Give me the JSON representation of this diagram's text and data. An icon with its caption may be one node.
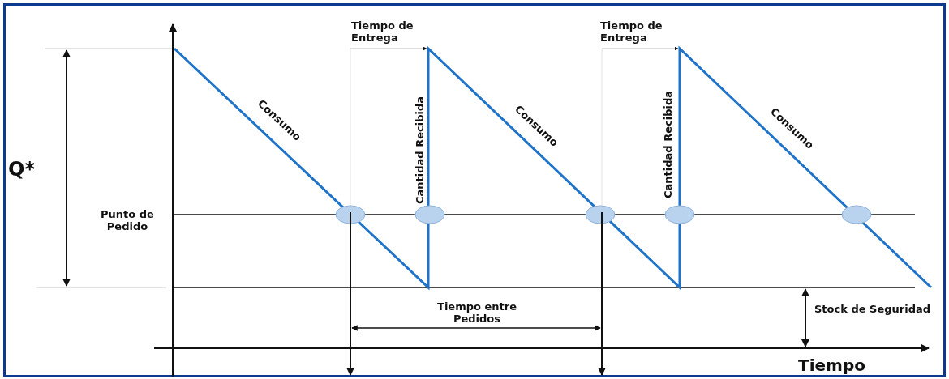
{
  "diagram": {
    "labels": [
      "Tiempo de Entrega",
      "Tiempo de Entrega",
      "Consumo",
      "Cantidad Recibida",
      "Consumo",
      "Cantidad Recibida",
      "Consumo",
      "Q*",
      "Punto de Pedido",
      "Tiempo entre Pedidos",
      "Stock de Seguridad",
      "Tiempo"
    ]
  }
}
